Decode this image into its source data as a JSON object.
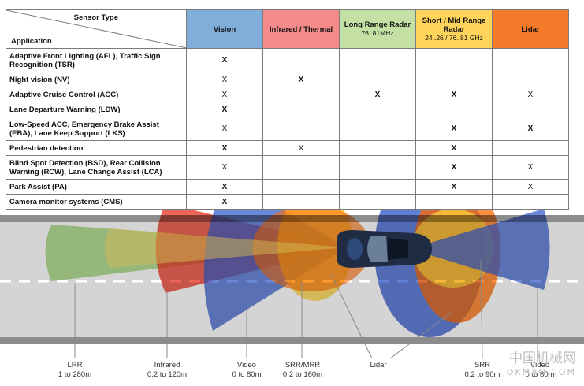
{
  "table": {
    "corner_sensor": "Sensor Type",
    "corner_application": "Application",
    "columns": [
      {
        "name": "Vision",
        "sub": "",
        "color": "#7faedb"
      },
      {
        "name": "Infrared / Thermal",
        "sub": "",
        "color": "#f48a8a"
      },
      {
        "name": "Long Range Radar",
        "sub": "76..81MHz",
        "color": "#c5e0a5"
      },
      {
        "name": "Short / Mid Range Radar",
        "sub": "24..26 / 76..81 GHz",
        "color": "#ffd45a"
      },
      {
        "name": "Lidar",
        "sub": "",
        "color": "#f57b2a"
      }
    ],
    "rows": [
      {
        "application": "Adaptive Front Lighting (AFL), Traffic Sign Recognition (TSR)",
        "marks": [
          "X",
          "",
          "",
          "",
          ""
        ],
        "strong": [
          true,
          false,
          false,
          false,
          false
        ]
      },
      {
        "application": "Night vision (NV)",
        "marks": [
          "X",
          "X",
          "",
          "",
          ""
        ],
        "strong": [
          false,
          true,
          false,
          false,
          false
        ]
      },
      {
        "application": "Adaptive Cruise Control (ACC)",
        "marks": [
          "X",
          "",
          "X",
          "X",
          "X"
        ],
        "strong": [
          false,
          false,
          true,
          true,
          false
        ]
      },
      {
        "application": "Lane Departure Warning (LDW)",
        "marks": [
          "X",
          "",
          "",
          "",
          ""
        ],
        "strong": [
          true,
          false,
          false,
          false,
          false
        ]
      },
      {
        "application": "Low-Speed ACC, Emergency Brake Assist (EBA), Lane Keep Support (LKS)",
        "marks": [
          "X",
          "",
          "",
          "X",
          "X"
        ],
        "strong": [
          false,
          false,
          false,
          true,
          true
        ]
      },
      {
        "application": "Pedestrian detection",
        "marks": [
          "X",
          "X",
          "",
          "X",
          ""
        ],
        "strong": [
          true,
          false,
          false,
          true,
          false
        ]
      },
      {
        "application": "Blind Spot Detection (BSD), Rear Collision Warning (RCW), Lane Change Assist (LCA)",
        "marks": [
          "X",
          "",
          "",
          "X",
          "X"
        ],
        "strong": [
          false,
          false,
          false,
          true,
          false
        ]
      },
      {
        "application": "Park Assist (PA)",
        "marks": [
          "X",
          "",
          "",
          "X",
          "X"
        ],
        "strong": [
          true,
          false,
          false,
          true,
          false
        ]
      },
      {
        "application": "Camera monitor systems (CMS)",
        "marks": [
          "X",
          "",
          "",
          "",
          ""
        ],
        "strong": [
          true,
          false,
          false,
          false,
          false
        ]
      }
    ]
  },
  "labels": {
    "lrr": {
      "name": "LRR",
      "range": "1 to 280m"
    },
    "infrared": {
      "name": "Infrared",
      "range": "0.2 to 120m"
    },
    "video": {
      "name": "Video",
      "range": "0 to 80m"
    },
    "srr_mrr": {
      "name": "SRR/MRR",
      "range": "0.2 to 160m"
    },
    "lidar": {
      "name": "Lidar",
      "range": ""
    },
    "srr": {
      "name": "SRR",
      "range": "0.2 to 90m"
    },
    "video_rear": {
      "name": "Video",
      "range": "0 to 80m"
    }
  },
  "watermark": {
    "cn": "中国机械网",
    "url": "OKMAO.COM"
  },
  "colors": {
    "vision": "#3a5fcd",
    "infrared": "#e8311f",
    "lrr": "#9bd070",
    "srr": "#ffd23a",
    "lidar": "#ff6a00",
    "road": "#cfcfcf",
    "road_edge": "#8a8a8a"
  }
}
